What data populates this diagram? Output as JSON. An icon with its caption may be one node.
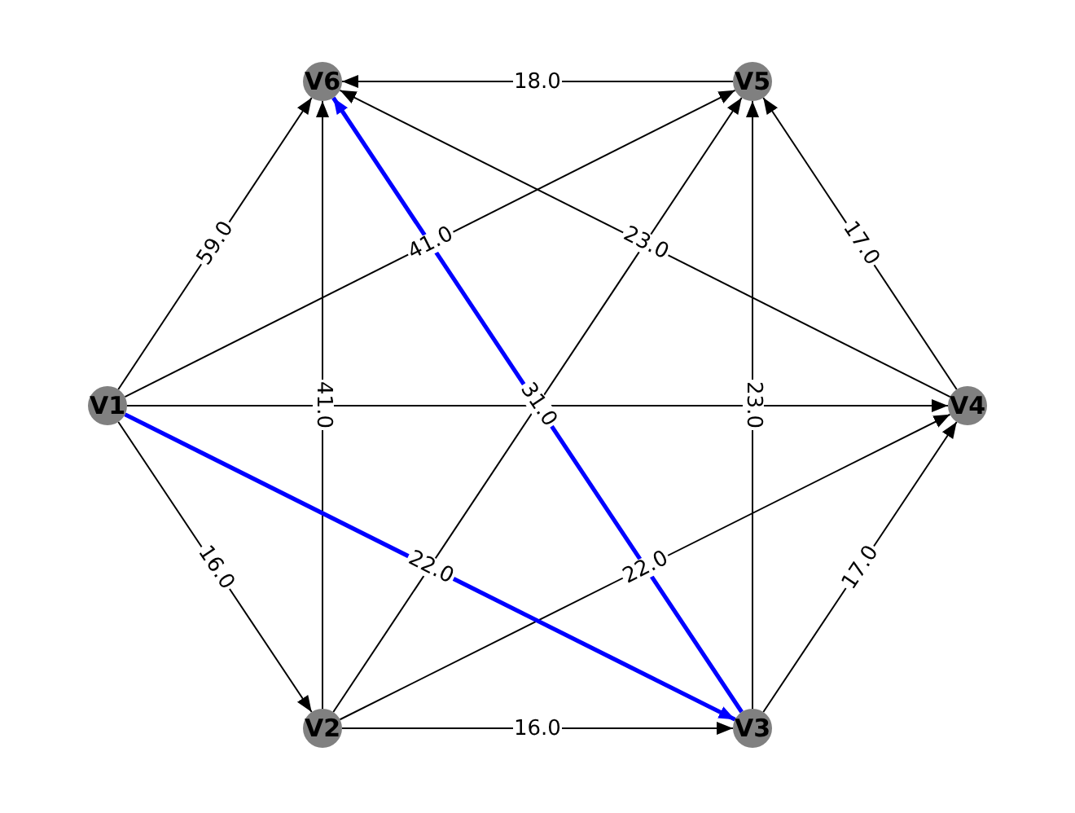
{
  "diagram": {
    "nodes": [
      {
        "text": [
          "V6"
        ]
      },
      {
        "text": [
          "V5"
        ]
      },
      {
        "text": [
          "V1"
        ]
      },
      {
        "text": [
          "V4"
        ]
      },
      {
        "text": [
          "V2"
        ]
      },
      {
        "text": [
          "V3"
        ]
      }
    ],
    "edges": [
      {
        "from": 2,
        "to": 0,
        "arrow": "to",
        "label": "59.0"
      },
      {
        "from": 2,
        "to": 1,
        "arrow": "to",
        "label": "41.0"
      },
      {
        "from": 2,
        "to": 3,
        "arrow": "to"
      },
      {
        "from": 2,
        "to": 4,
        "arrow": "to",
        "label": "16.0"
      },
      {
        "from": 2,
        "to": 5,
        "arrow": "to",
        "label": "22.0",
        "style": "thick",
        "color": "#0000ff"
      },
      {
        "from": 4,
        "to": 0,
        "arrow": "to",
        "label": "41.0"
      },
      {
        "from": 4,
        "to": 1,
        "arrow": "to"
      },
      {
        "from": 4,
        "to": 3,
        "arrow": "to",
        "label": "22.0"
      },
      {
        "from": 4,
        "to": 5,
        "arrow": "to",
        "label": "16.0"
      },
      {
        "from": 5,
        "to": 0,
        "arrow": "to",
        "label": "31.0",
        "style": "thick",
        "color": "#0000ff"
      },
      {
        "from": 5,
        "to": 1,
        "arrow": "to",
        "label": "23.0"
      },
      {
        "from": 5,
        "to": 3,
        "arrow": "to",
        "label": "17.0"
      },
      {
        "from": 3,
        "to": 1,
        "arrow": "to",
        "label": "17.0"
      },
      {
        "from": 3,
        "to": 0,
        "arrow": "to",
        "label": "23.0"
      },
      {
        "from": 1,
        "to": 0,
        "arrow": "to",
        "label": "18.0"
      }
    ]
  }
}
